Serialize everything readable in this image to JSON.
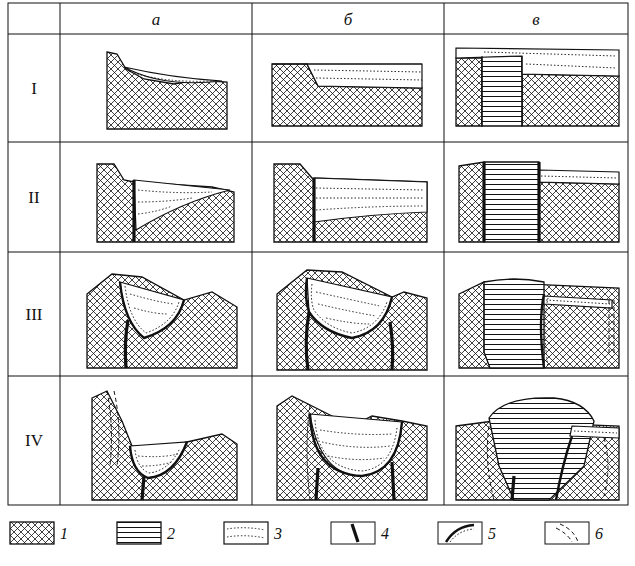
{
  "diagram": {
    "labels": [
      "а",
      "б",
      "в",
      "I",
      "II",
      "III",
      "IV"
    ],
    "legend": [
      {
        "text": "1"
      },
      {
        "text": "2"
      },
      {
        "text": "3"
      },
      {
        "text": "4"
      },
      {
        "text": "5"
      },
      {
        "text": "6"
      }
    ]
  }
}
